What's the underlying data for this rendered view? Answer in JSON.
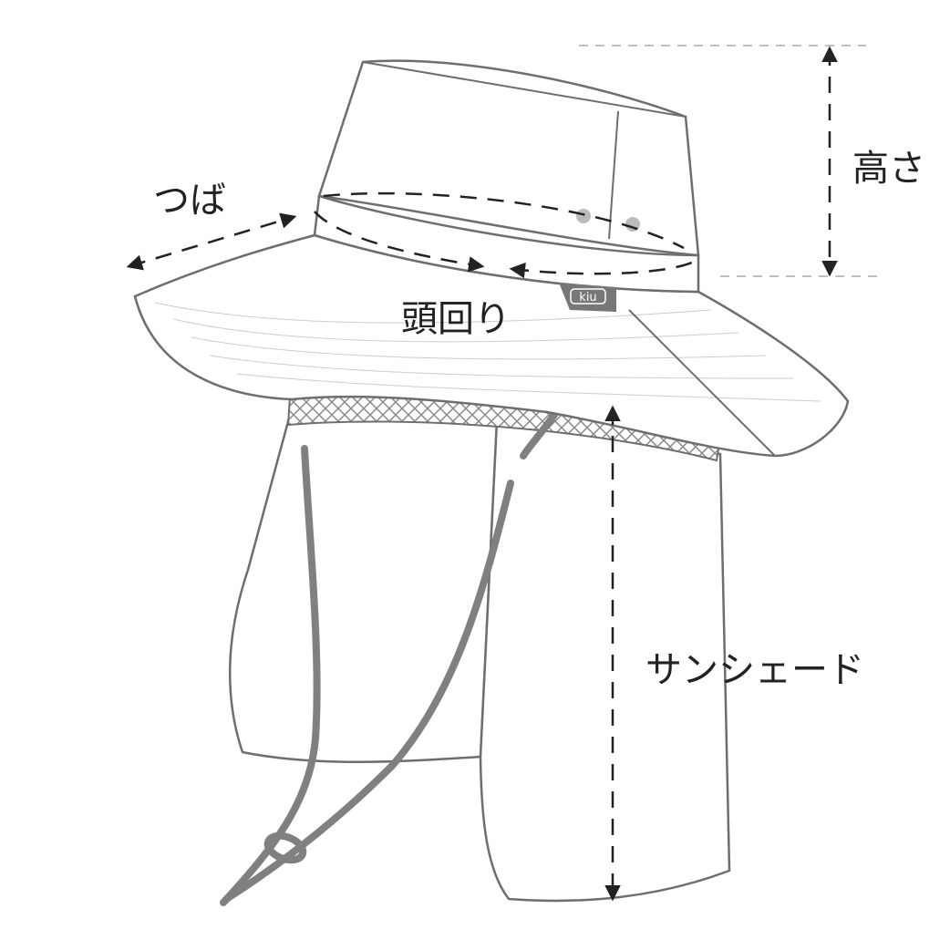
{
  "labels": {
    "brim": "つば",
    "head_circumference": "頭回り",
    "height": "高さ",
    "sunshade": "サンシェード"
  },
  "logo_text": "kiu",
  "colors": {
    "outline": "#6e6e6e",
    "cord": "#808080",
    "logo_bg": "#777777",
    "arrow": "#222222",
    "guide": "#aaaaaa"
  }
}
